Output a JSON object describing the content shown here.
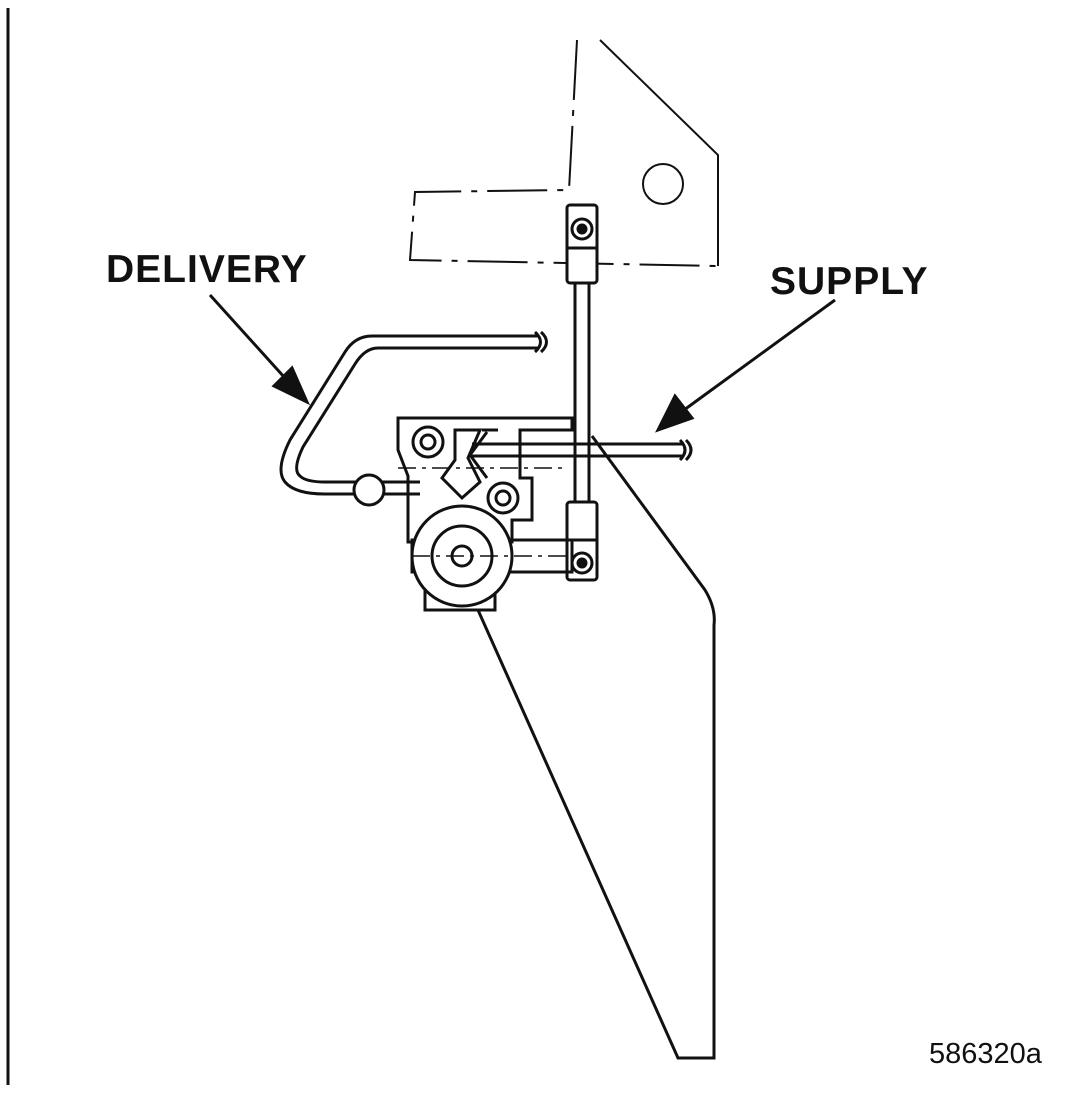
{
  "labels": {
    "delivery": "DELIVERY",
    "supply": "SUPPLY"
  },
  "figure_number": "586320a",
  "colors": {
    "line": "#111111",
    "background": "#ffffff"
  }
}
